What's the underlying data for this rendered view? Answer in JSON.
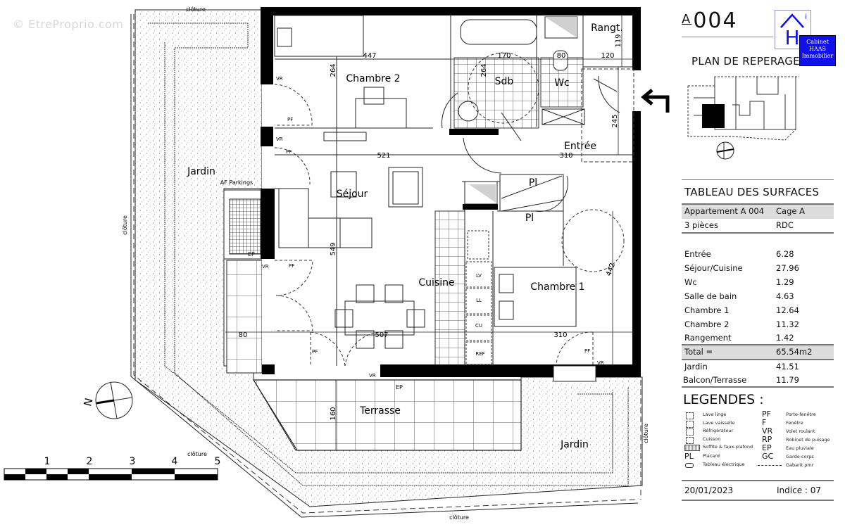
{
  "watermark": "© EtreProprio.com",
  "header": {
    "lot_prefix": "A",
    "lot_number": "004",
    "plan_reperage_title": "PLAN DE REPERAGE",
    "logo": {
      "letter": "H",
      "accent": "i",
      "badge_lines": [
        "Cabinet",
        "HAAS",
        "Immobilier"
      ],
      "badge_color": "#1010ee"
    }
  },
  "plan_labels": {
    "rooms": {
      "chambre2": "Chambre 2",
      "sdb": "Sdb",
      "wc": "Wc",
      "rangt": "Rangt.",
      "entree": "Entrée",
      "sejour": "Séjour",
      "cuisine": "Cuisine",
      "chambre1": "Chambre 1",
      "terrasse": "Terrasse",
      "jardin_left": "Jardin",
      "jardin_right": "Jardin",
      "placard1": "Pl",
      "placard2": "Pl"
    },
    "annotations": {
      "af_parkings": "AF Parkings",
      "cloture": "clôture",
      "vr": "VR",
      "pf": "PF",
      "ep": "EP",
      "lv": "LV",
      "ll": "LL",
      "cu": "CU",
      "ref": "REF",
      "north": "N"
    },
    "dimensions": {
      "d447": "447",
      "d264a": "264",
      "d264b": "264",
      "d170": "170",
      "d80a": "80",
      "d120": "120",
      "d119": "119",
      "d245": "245",
      "d521": "521",
      "d310a": "310",
      "d549": "549",
      "d507": "507",
      "d80b": "80",
      "d310b": "310",
      "d442": "442",
      "d160": "160"
    },
    "scale_bar": [
      "1",
      "2",
      "3",
      "4",
      "5"
    ]
  },
  "surfaces": {
    "title": "TABLEAU DES SURFACES",
    "apartment": "Appartement A 004",
    "cage": "Cage A",
    "rooms_count": "3 pièces",
    "level": "RDC",
    "rows": [
      {
        "label": "Entrée",
        "value": "6.28"
      },
      {
        "label": "Séjour/Cuisine",
        "value": "27.96"
      },
      {
        "label": "Wc",
        "value": "1.29"
      },
      {
        "label": "Salle de bain",
        "value": "4.63"
      },
      {
        "label": "Chambre 1",
        "value": "12.64"
      },
      {
        "label": "Chambre 2",
        "value": "11.32"
      },
      {
        "label": "Rangement",
        "value": "1.42"
      }
    ],
    "total_label": "Total =",
    "total_value": "65.54m2",
    "extras": [
      {
        "label": "Jardin",
        "value": "41.51"
      },
      {
        "label": "Balcon/Terrasse",
        "value": "11.79"
      }
    ]
  },
  "legend": {
    "title": "LEGENDES :",
    "left": [
      {
        "key": "LL",
        "label": "Lave linge"
      },
      {
        "key": "LV",
        "label": "Lave vaisselle"
      },
      {
        "key": "REF",
        "label": "Réfrigérateur"
      },
      {
        "key": "CU",
        "label": "Cuisson"
      },
      {
        "key": "hatch",
        "label": "Soffite & faux-plafond"
      },
      {
        "key": "PL",
        "label": "Placard"
      },
      {
        "key": "TE",
        "label": "Tableau électrique"
      }
    ],
    "right": [
      {
        "key": "PF",
        "label": "Porte-fenêtre"
      },
      {
        "key": "F",
        "label": "Fenêtre"
      },
      {
        "key": "VR",
        "label": "Volet roulant"
      },
      {
        "key": "RP",
        "label": "Robinet de puisage"
      },
      {
        "key": "EP",
        "label": "Eau pluviale"
      },
      {
        "key": "GC",
        "label": "Garde-corps"
      },
      {
        "key": "- - - - -",
        "label": "Gabarit pmr"
      }
    ]
  },
  "footer": {
    "date": "20/01/2023",
    "indice": "Indice : 07"
  }
}
